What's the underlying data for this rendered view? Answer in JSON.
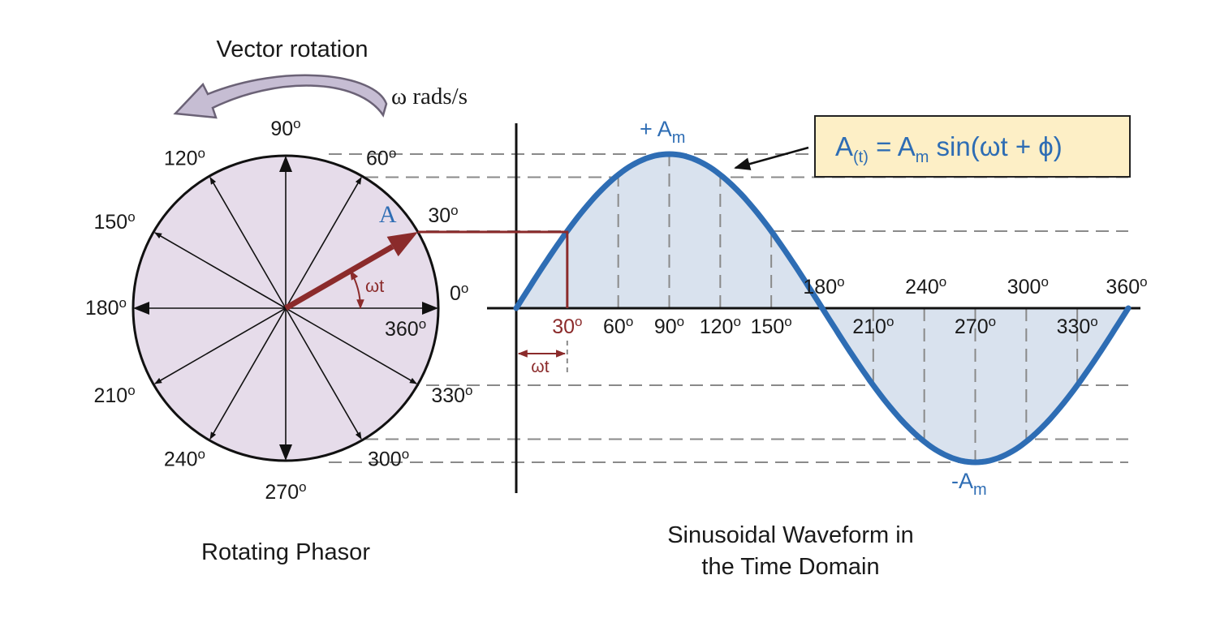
{
  "title": "Vector rotation",
  "rotation_rate": "ω rads/s",
  "vector_label": "A",
  "angle_label": "ωt",
  "phasor_caption": "Rotating Phasor",
  "waveform_caption": [
    "Sinusoidal Waveform in",
    "the Time Domain"
  ],
  "formula": {
    "lhs": "A",
    "lhs_sub": "(t)",
    "eq": " = ",
    "amp": "A",
    "amp_sub": "m",
    "rhs": " sin(ωt + ϕ)"
  },
  "peak_labels": {
    "max": {
      "prefix": "+ A",
      "sub": "m"
    },
    "min": {
      "prefix": "-A",
      "sub": "m"
    }
  },
  "degree_symbol": "o",
  "circle_angles": [
    {
      "num": "0",
      "angle": 0
    },
    {
      "num": "30",
      "angle": 30
    },
    {
      "num": "60",
      "angle": 60
    },
    {
      "num": "90",
      "angle": 90
    },
    {
      "num": "120",
      "angle": 120
    },
    {
      "num": "150",
      "angle": 150
    },
    {
      "num": "180",
      "angle": 180
    },
    {
      "num": "210",
      "angle": 210
    },
    {
      "num": "240",
      "angle": 240
    },
    {
      "num": "270",
      "angle": 270
    },
    {
      "num": "300",
      "angle": 300
    },
    {
      "num": "330",
      "angle": 330
    },
    {
      "num": "360",
      "angle": 360
    }
  ],
  "axis_ticks_below": [
    {
      "num": "30",
      "angle": 30,
      "highlight": true
    },
    {
      "num": "60",
      "angle": 60
    },
    {
      "num": "90",
      "angle": 90
    },
    {
      "num": "120",
      "angle": 120
    },
    {
      "num": "150",
      "angle": 150
    },
    {
      "num": "210",
      "angle": 210
    },
    {
      "num": "270",
      "angle": 270
    },
    {
      "num": "330",
      "angle": 330
    }
  ],
  "axis_ticks_above": [
    {
      "num": "180",
      "angle": 180
    },
    {
      "num": "240",
      "angle": 240
    },
    {
      "num": "300",
      "angle": 300
    },
    {
      "num": "360",
      "angle": 360
    }
  ],
  "phasor_angle_deg": 30,
  "colors": {
    "circle_fill": "#e6dcea",
    "arrow_fill": "#c6bdd3",
    "wave": "#2e6db4",
    "wave_fill": "#d9e2ee",
    "phasor": "#8b2b2b",
    "formula_bg": "#fdefc6"
  }
}
